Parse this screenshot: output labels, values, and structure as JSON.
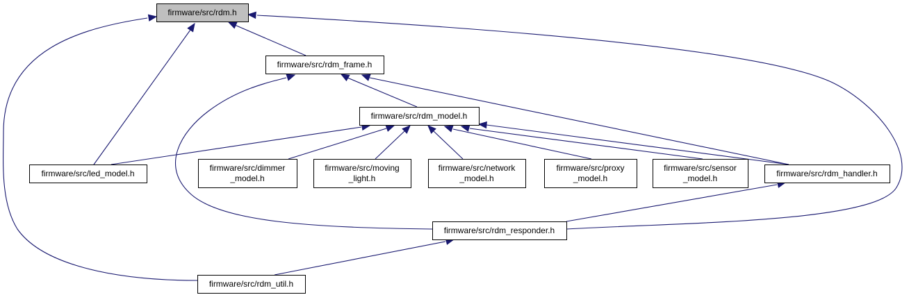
{
  "title": "firmware/src/rdm.h include dependency graph",
  "colors": {
    "edge": "#191970",
    "root_fill": "#bfbfbf",
    "node_fill": "#ffffff",
    "border": "#000000"
  },
  "nodes": [
    {
      "id": "rdm",
      "lines": [
        "firmware/src/rdm.h"
      ],
      "root": true
    },
    {
      "id": "rdm_frame",
      "lines": [
        "firmware/src/rdm_frame.h"
      ]
    },
    {
      "id": "rdm_model",
      "lines": [
        "firmware/src/rdm_model.h"
      ]
    },
    {
      "id": "led_model",
      "lines": [
        "firmware/src/led_model.h"
      ]
    },
    {
      "id": "dimmer_model",
      "lines": [
        "firmware/src/dimmer",
        "_model.h"
      ]
    },
    {
      "id": "moving_light",
      "lines": [
        "firmware/src/moving",
        "_light.h"
      ]
    },
    {
      "id": "network_model",
      "lines": [
        "firmware/src/network",
        "_model.h"
      ]
    },
    {
      "id": "proxy_model",
      "lines": [
        "firmware/src/proxy",
        "_model.h"
      ]
    },
    {
      "id": "sensor_model",
      "lines": [
        "firmware/src/sensor",
        "_model.h"
      ]
    },
    {
      "id": "rdm_handler",
      "lines": [
        "firmware/src/rdm_handler.h"
      ]
    },
    {
      "id": "rdm_responder",
      "lines": [
        "firmware/src/rdm_responder.h"
      ]
    },
    {
      "id": "rdm_util",
      "lines": [
        "firmware/src/rdm_util.h"
      ]
    }
  ],
  "edges": [
    {
      "from": "rdm_frame",
      "to": "rdm"
    },
    {
      "from": "led_model",
      "to": "rdm"
    },
    {
      "from": "rdm_util",
      "to": "rdm"
    },
    {
      "from": "rdm_responder",
      "to": "rdm"
    },
    {
      "from": "rdm_model",
      "to": "rdm_frame"
    },
    {
      "from": "rdm_handler",
      "to": "rdm_frame"
    },
    {
      "from": "rdm_responder",
      "to": "rdm_frame"
    },
    {
      "from": "led_model",
      "to": "rdm_model"
    },
    {
      "from": "dimmer_model",
      "to": "rdm_model"
    },
    {
      "from": "moving_light",
      "to": "rdm_model"
    },
    {
      "from": "network_model",
      "to": "rdm_model"
    },
    {
      "from": "proxy_model",
      "to": "rdm_model"
    },
    {
      "from": "sensor_model",
      "to": "rdm_model"
    },
    {
      "from": "rdm_handler",
      "to": "rdm_model"
    },
    {
      "from": "rdm_responder",
      "to": "rdm_handler"
    },
    {
      "from": "rdm_util",
      "to": "rdm_responder"
    }
  ]
}
